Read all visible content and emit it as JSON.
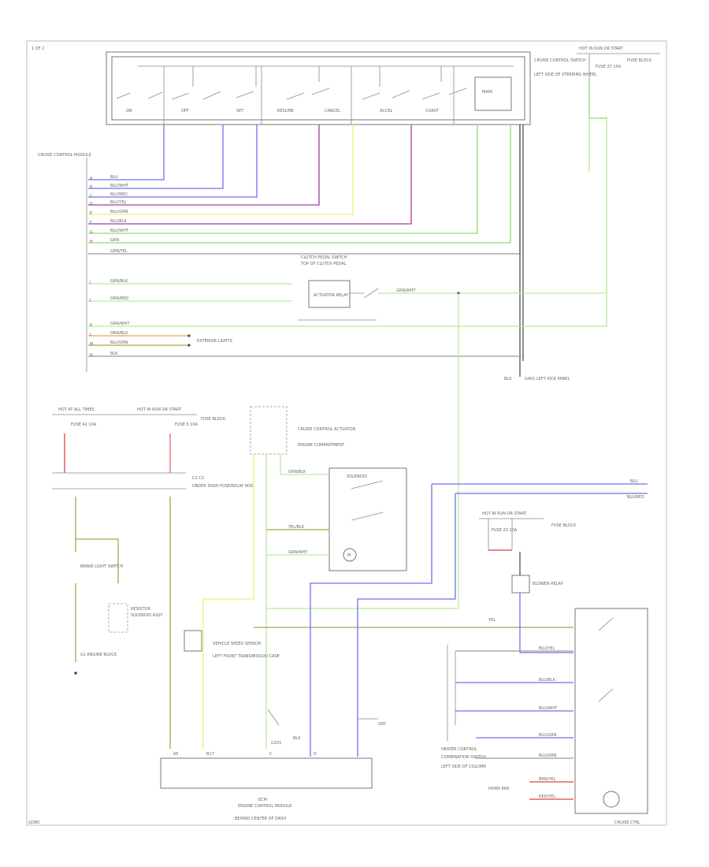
{
  "diagram": {
    "header": {
      "page_label": "1 OF 2",
      "footer_left": "GDBS",
      "footer_right": "CRUISE CTRL"
    },
    "control_switch_box": {
      "label": "CRUISE CONTROL SWITCH",
      "sub_label": "LEFT SIDE OF STEERING WHEEL",
      "switch_labels": [
        "ON",
        "OFF",
        "SET",
        "RESUME",
        "CANCEL",
        "ACCEL",
        "COAST",
        "MAIN"
      ]
    },
    "fuse_top_right": {
      "label": "HOT IN RUN OR START",
      "fuse": "FUSE 27 15A",
      "fuse_block": "FUSE BLOCK"
    },
    "control_module": {
      "label": "CRUISE CONTROL MODULE",
      "pins": [
        "A",
        "B",
        "C",
        "D",
        "E",
        "F",
        "G",
        "H",
        "I",
        "J",
        "K",
        "L",
        "M",
        "N"
      ]
    },
    "wire_labels_top": [
      "BLU",
      "BLU/WHT",
      "BLU/RED",
      "BLU/YEL",
      "BLU/GRN",
      "BLU/BLK",
      "BLU/WHT",
      "GRN",
      "GRN/YEL"
    ],
    "ignition_section": {
      "label": "CLUTCH PEDAL SWITCH",
      "sub_label": "TOP OF CLUTCH PEDAL",
      "relay_label": "ACTUATOR RELAY",
      "wire_a": "GRN/BLK",
      "wire_b": "GRN/RED",
      "wire_c": "GRN/WHT"
    },
    "lower_left_wires": [
      {
        "pin": "K",
        "color": "GRN/WHT"
      },
      {
        "pin": "L",
        "color": "ORN/BLU"
      },
      {
        "pin": "M",
        "color": "BLU/ORN"
      },
      {
        "pin": "N",
        "color": "BLK"
      }
    ],
    "exterior_lights": "EXTERIOR LIGHTS",
    "ground_left": {
      "wire": "BLK",
      "label": "G401 LEFT KICK PANEL"
    },
    "fuse_pair": {
      "left_hot": "HOT AT ALL TIMES",
      "right_hot": "HOT IN RUN OR START",
      "fuse_a": "FUSE 42 10A",
      "fuse_b": "FUSE 6 10A",
      "block_label": "FUSE BLOCK",
      "connector": "C1 C2",
      "connector_label": "UNDER DASH FUSE/RELAY BOX"
    },
    "left_components": {
      "brake_light": "BRAKE LIGHT SWITCH",
      "resistor": "RESISTOR",
      "resistor_note": "SOLENOID ASSY",
      "ground": "G1 ENGINE BLOCK",
      "speed_sensor": "VEHICLE SPEED SENSOR",
      "speed_sensor_note": "LEFT FRONT TRANSMISSION CASE"
    },
    "center_components": {
      "module_label": "CRUISE CONTROL ACTUATOR",
      "module_note": "ENGINE COMPARTMENT",
      "switch_label": "SOLENOID",
      "wire_top": "GRN/BLK",
      "wire_mid": "YEL/BLK",
      "wire_low": "GRN/WHT",
      "motor": "M"
    },
    "right_components": {
      "fuse_hot": "HOT IN RUN OR START",
      "fuse_label": "FUSE 23 10A",
      "block_label": "FUSE BLOCK",
      "relay_label": "BLOWER RELAY",
      "wire_blu": "BLU",
      "wire_blu_red": "BLU/RED",
      "wire_yel": "YEL",
      "wire_blu_wht": "BLU/WHT",
      "switch_block_label": "HEATER CONTROL",
      "combination_switch": "COMBINATION SWITCH",
      "combination_note": "LEFT SIDE OF COLUMN",
      "wires_right": [
        "BLU/YEL",
        "BLU/BLK",
        "BLU/WHT",
        "BLU/GRN",
        "BLU/ORN"
      ],
      "lower_wires": [
        "BRN/YEL",
        "RED/YEL"
      ],
      "lower_note": "HORN PAD"
    },
    "bottom_module": {
      "label": "ECM",
      "sub_label": "ENGINE CONTROL MODULE",
      "location": "BEHIND CENTER OF DASH",
      "pin_a": "A5",
      "pin_b": "B17",
      "pin_c": "C",
      "pin_d": "D",
      "ground_label": "G101",
      "wire_blk": "BLK",
      "wire_gry": "GRY"
    }
  }
}
